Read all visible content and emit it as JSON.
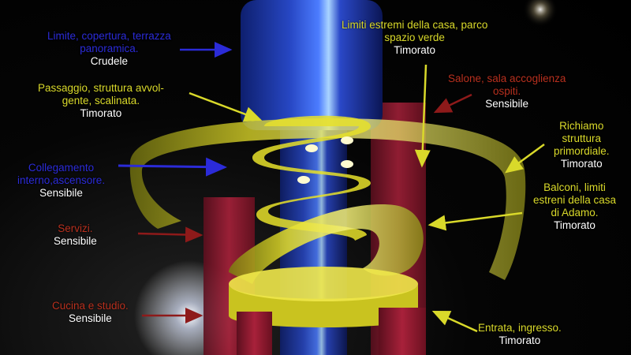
{
  "colors": {
    "blue": "#2b2bd8",
    "yellow": "#d9d92a",
    "red": "#b8301e",
    "white": "#ffffff",
    "tower": "#1e3aa8",
    "ribbon": "#e6e02a",
    "block": "#b0203a"
  },
  "annotations": [
    {
      "id": "limite",
      "color": "blue",
      "text": "Limite, copertura, terrazza panoramica.",
      "lines": [
        "Limite, copertura, terrazza",
        "panoramica."
      ],
      "tag": "Crudele"
    },
    {
      "id": "passaggio",
      "color": "yellow",
      "text": "Passaggio, struttura avvolgente, scalinata.",
      "lines": [
        "Passaggio, struttura avvol-",
        "gente, scalinata."
      ],
      "tag": "Timorato"
    },
    {
      "id": "collegamento",
      "color": "blue",
      "text": "Collegamento interno,ascensore.",
      "lines": [
        "Collegamento",
        "interno,ascensore."
      ],
      "tag": "Sensibile"
    },
    {
      "id": "servizi",
      "color": "red",
      "text": "Servizi.",
      "lines": [
        "Servizi."
      ],
      "tag": "Sensibile"
    },
    {
      "id": "cucina",
      "color": "red",
      "text": "Cucina e studio.",
      "lines": [
        "Cucina e studio."
      ],
      "tag": "Sensibile"
    },
    {
      "id": "limiti-estremi",
      "color": "yellow",
      "text": "Limiti estremi della casa, parco spazio verde",
      "lines": [
        "Limiti estremi della casa, parco",
        "spazio verde"
      ],
      "tag": "Timorato"
    },
    {
      "id": "salone",
      "color": "red",
      "text": "Salone, sala accoglienza ospiti.",
      "lines": [
        "Salone, sala accoglienza",
        "ospiti."
      ],
      "tag": "Sensibile"
    },
    {
      "id": "richiamo",
      "color": "yellow",
      "text": "Richiamo struttura primordiale.",
      "lines": [
        "Richiamo",
        "struttura",
        "primordiale."
      ],
      "tag": "Timorato"
    },
    {
      "id": "balconi",
      "color": "yellow",
      "text": "Balconi, limiti estreni della casa di Adamo.",
      "lines": [
        "Balconi, limiti",
        "estreni della casa",
        "di Adamo."
      ],
      "tag": "Timorato"
    },
    {
      "id": "entrata",
      "color": "yellow",
      "text": "Entrata, ingresso.",
      "lines": [
        "Entrata, ingresso."
      ],
      "tag": "Timorato"
    }
  ]
}
